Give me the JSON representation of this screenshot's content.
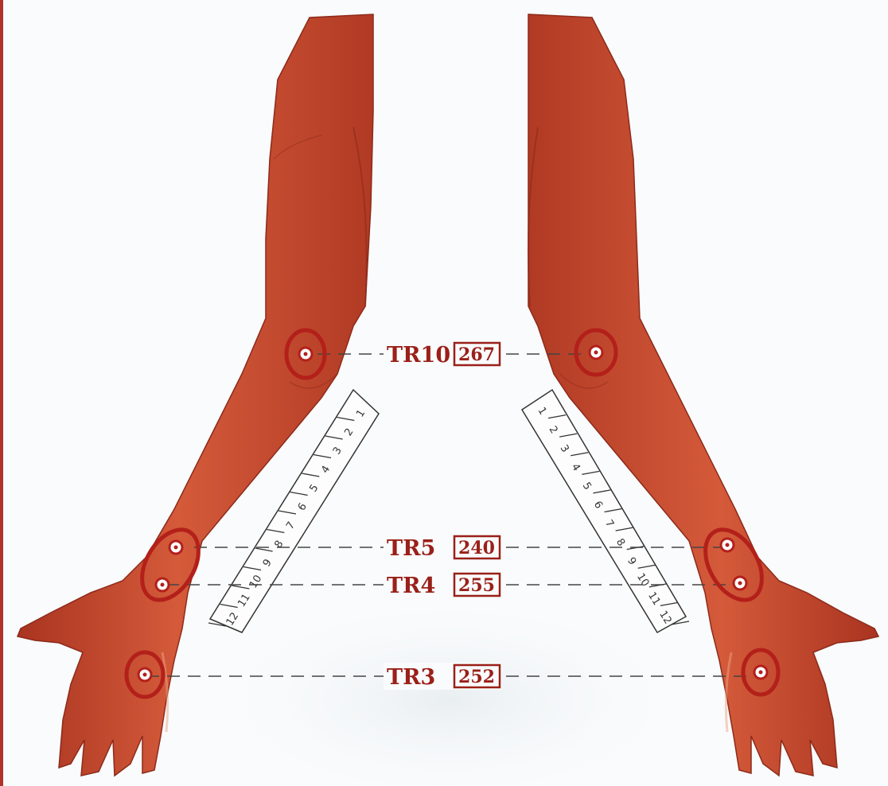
{
  "points": [
    {
      "id": "tr10",
      "code": "TR10",
      "number": "267"
    },
    {
      "id": "tr5",
      "code": "TR5",
      "number": "240"
    },
    {
      "id": "tr4",
      "code": "TR4",
      "number": "255"
    },
    {
      "id": "tr3",
      "code": "TR3",
      "number": "252"
    }
  ],
  "ruler_marks": [
    "1",
    "2",
    "3",
    "4",
    "5",
    "6",
    "7",
    "8",
    "9",
    "10",
    "11",
    "12"
  ],
  "colors": {
    "skin": "#c8432a",
    "skin_dark": "#9e2c1c",
    "skin_light": "#e0805f",
    "marker": "#b3201a",
    "label": "#9a2019",
    "background": "#f9fbfc"
  }
}
